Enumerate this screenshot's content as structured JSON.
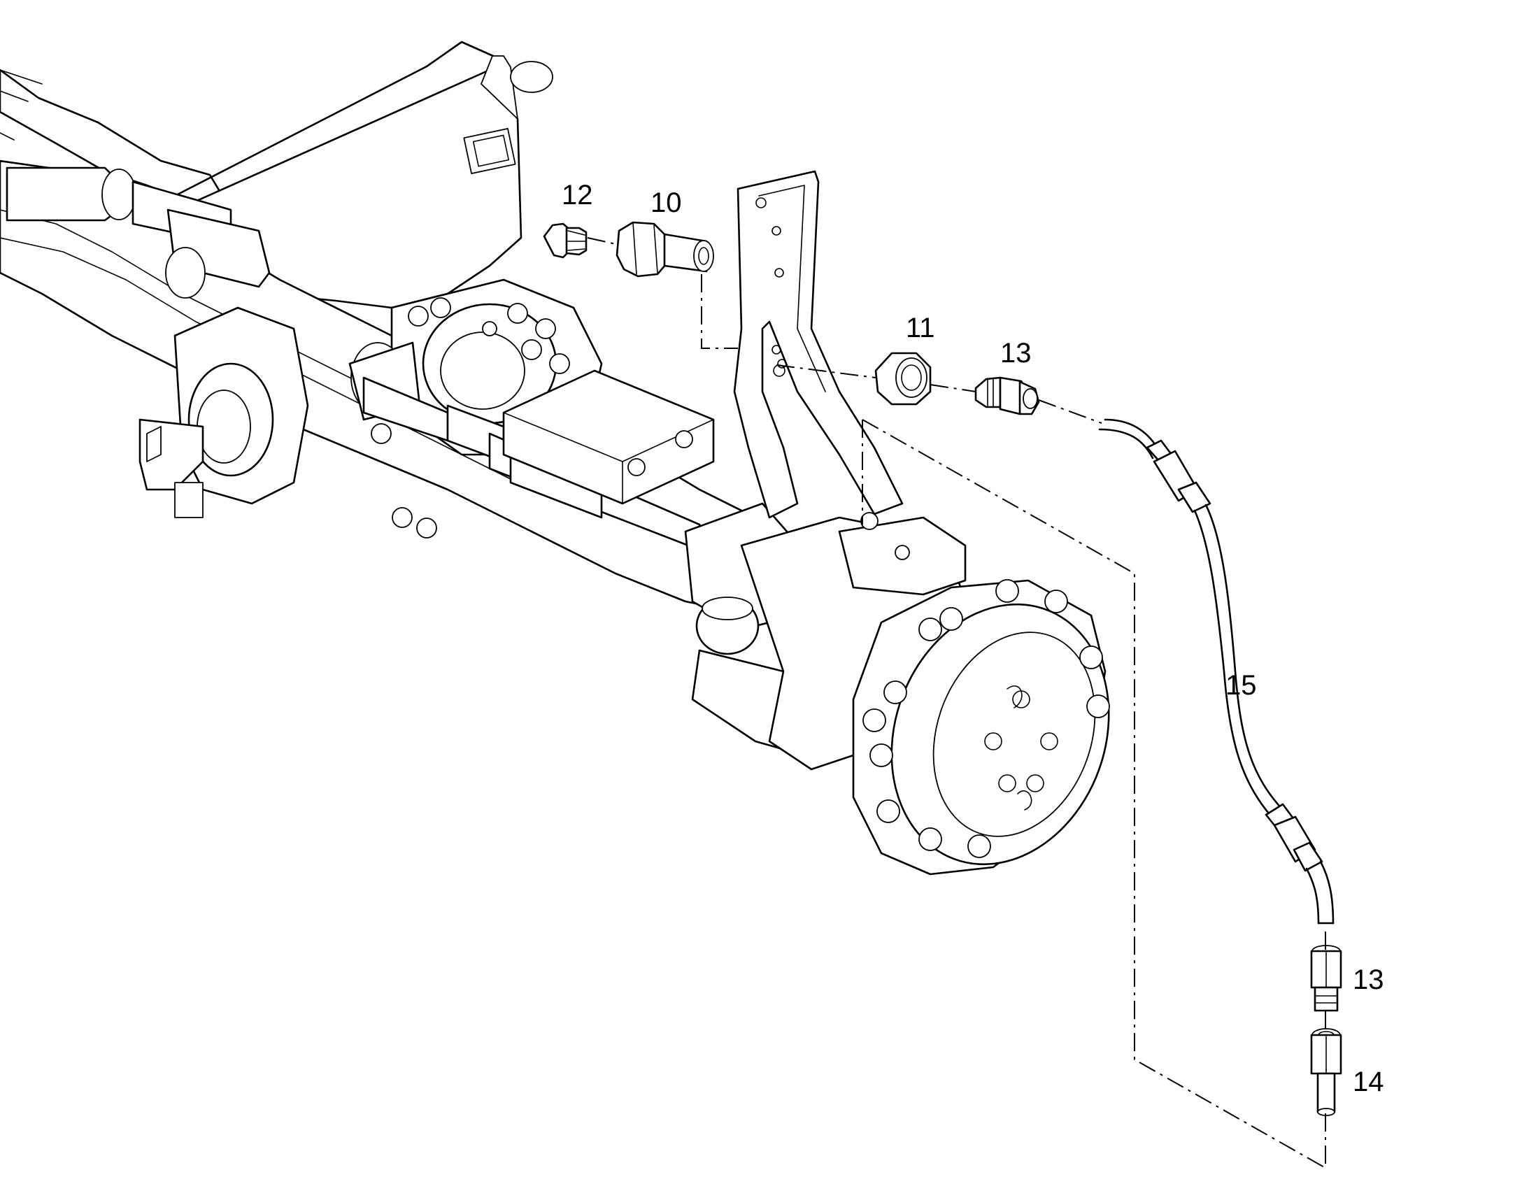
{
  "callouts": {
    "c12": "12",
    "c10": "10",
    "c11": "11",
    "c13a": "13",
    "c15": "15",
    "c13b": "13",
    "c14": "14"
  }
}
